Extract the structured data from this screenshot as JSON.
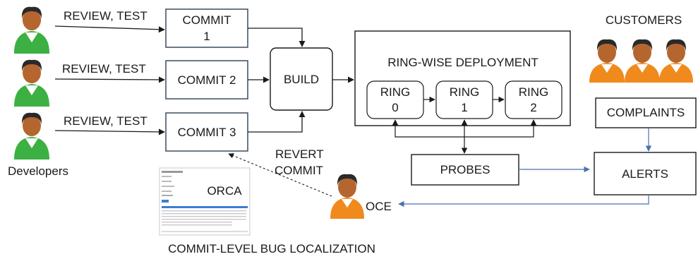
{
  "commits": {
    "c1_line1": "COMMIT",
    "c1_line2": "1",
    "c2": "COMMIT 2",
    "c3": "COMMIT 3"
  },
  "review_labels": [
    "REVIEW, TEST",
    "REVIEW, TEST",
    "REVIEW, TEST"
  ],
  "developers_label": "Developers",
  "build": "BUILD",
  "deployment": {
    "title": "RING-WISE DEPLOYMENT",
    "rings": [
      {
        "line1": "RING",
        "line2": "0"
      },
      {
        "line1": "RING",
        "line2": "1"
      },
      {
        "line1": "RING",
        "line2": "2"
      }
    ]
  },
  "customers_label": "CUSTOMERS",
  "complaints": "COMPLAINTS",
  "probes": "PROBES",
  "alerts": "ALERTS",
  "oce": "OCE",
  "revert": {
    "line1": "REVERT",
    "line2": "COMMIT"
  },
  "orca": {
    "label": "ORCA",
    "caption": "COMMIT-LEVEL BUG LOCALIZATION"
  },
  "colors": {
    "developer_shirt": "#3cb043",
    "customer_shirt": "#f08a1c",
    "skin": "#b5662f",
    "hair": "#2a2a2a",
    "blue_arrow": "#4a72b0",
    "box_border": "#1a1a1a",
    "commit_border": "#2e3e55"
  },
  "icons": [
    "developer-icon",
    "customer-icon",
    "oce-icon",
    "orca-screenshot"
  ]
}
